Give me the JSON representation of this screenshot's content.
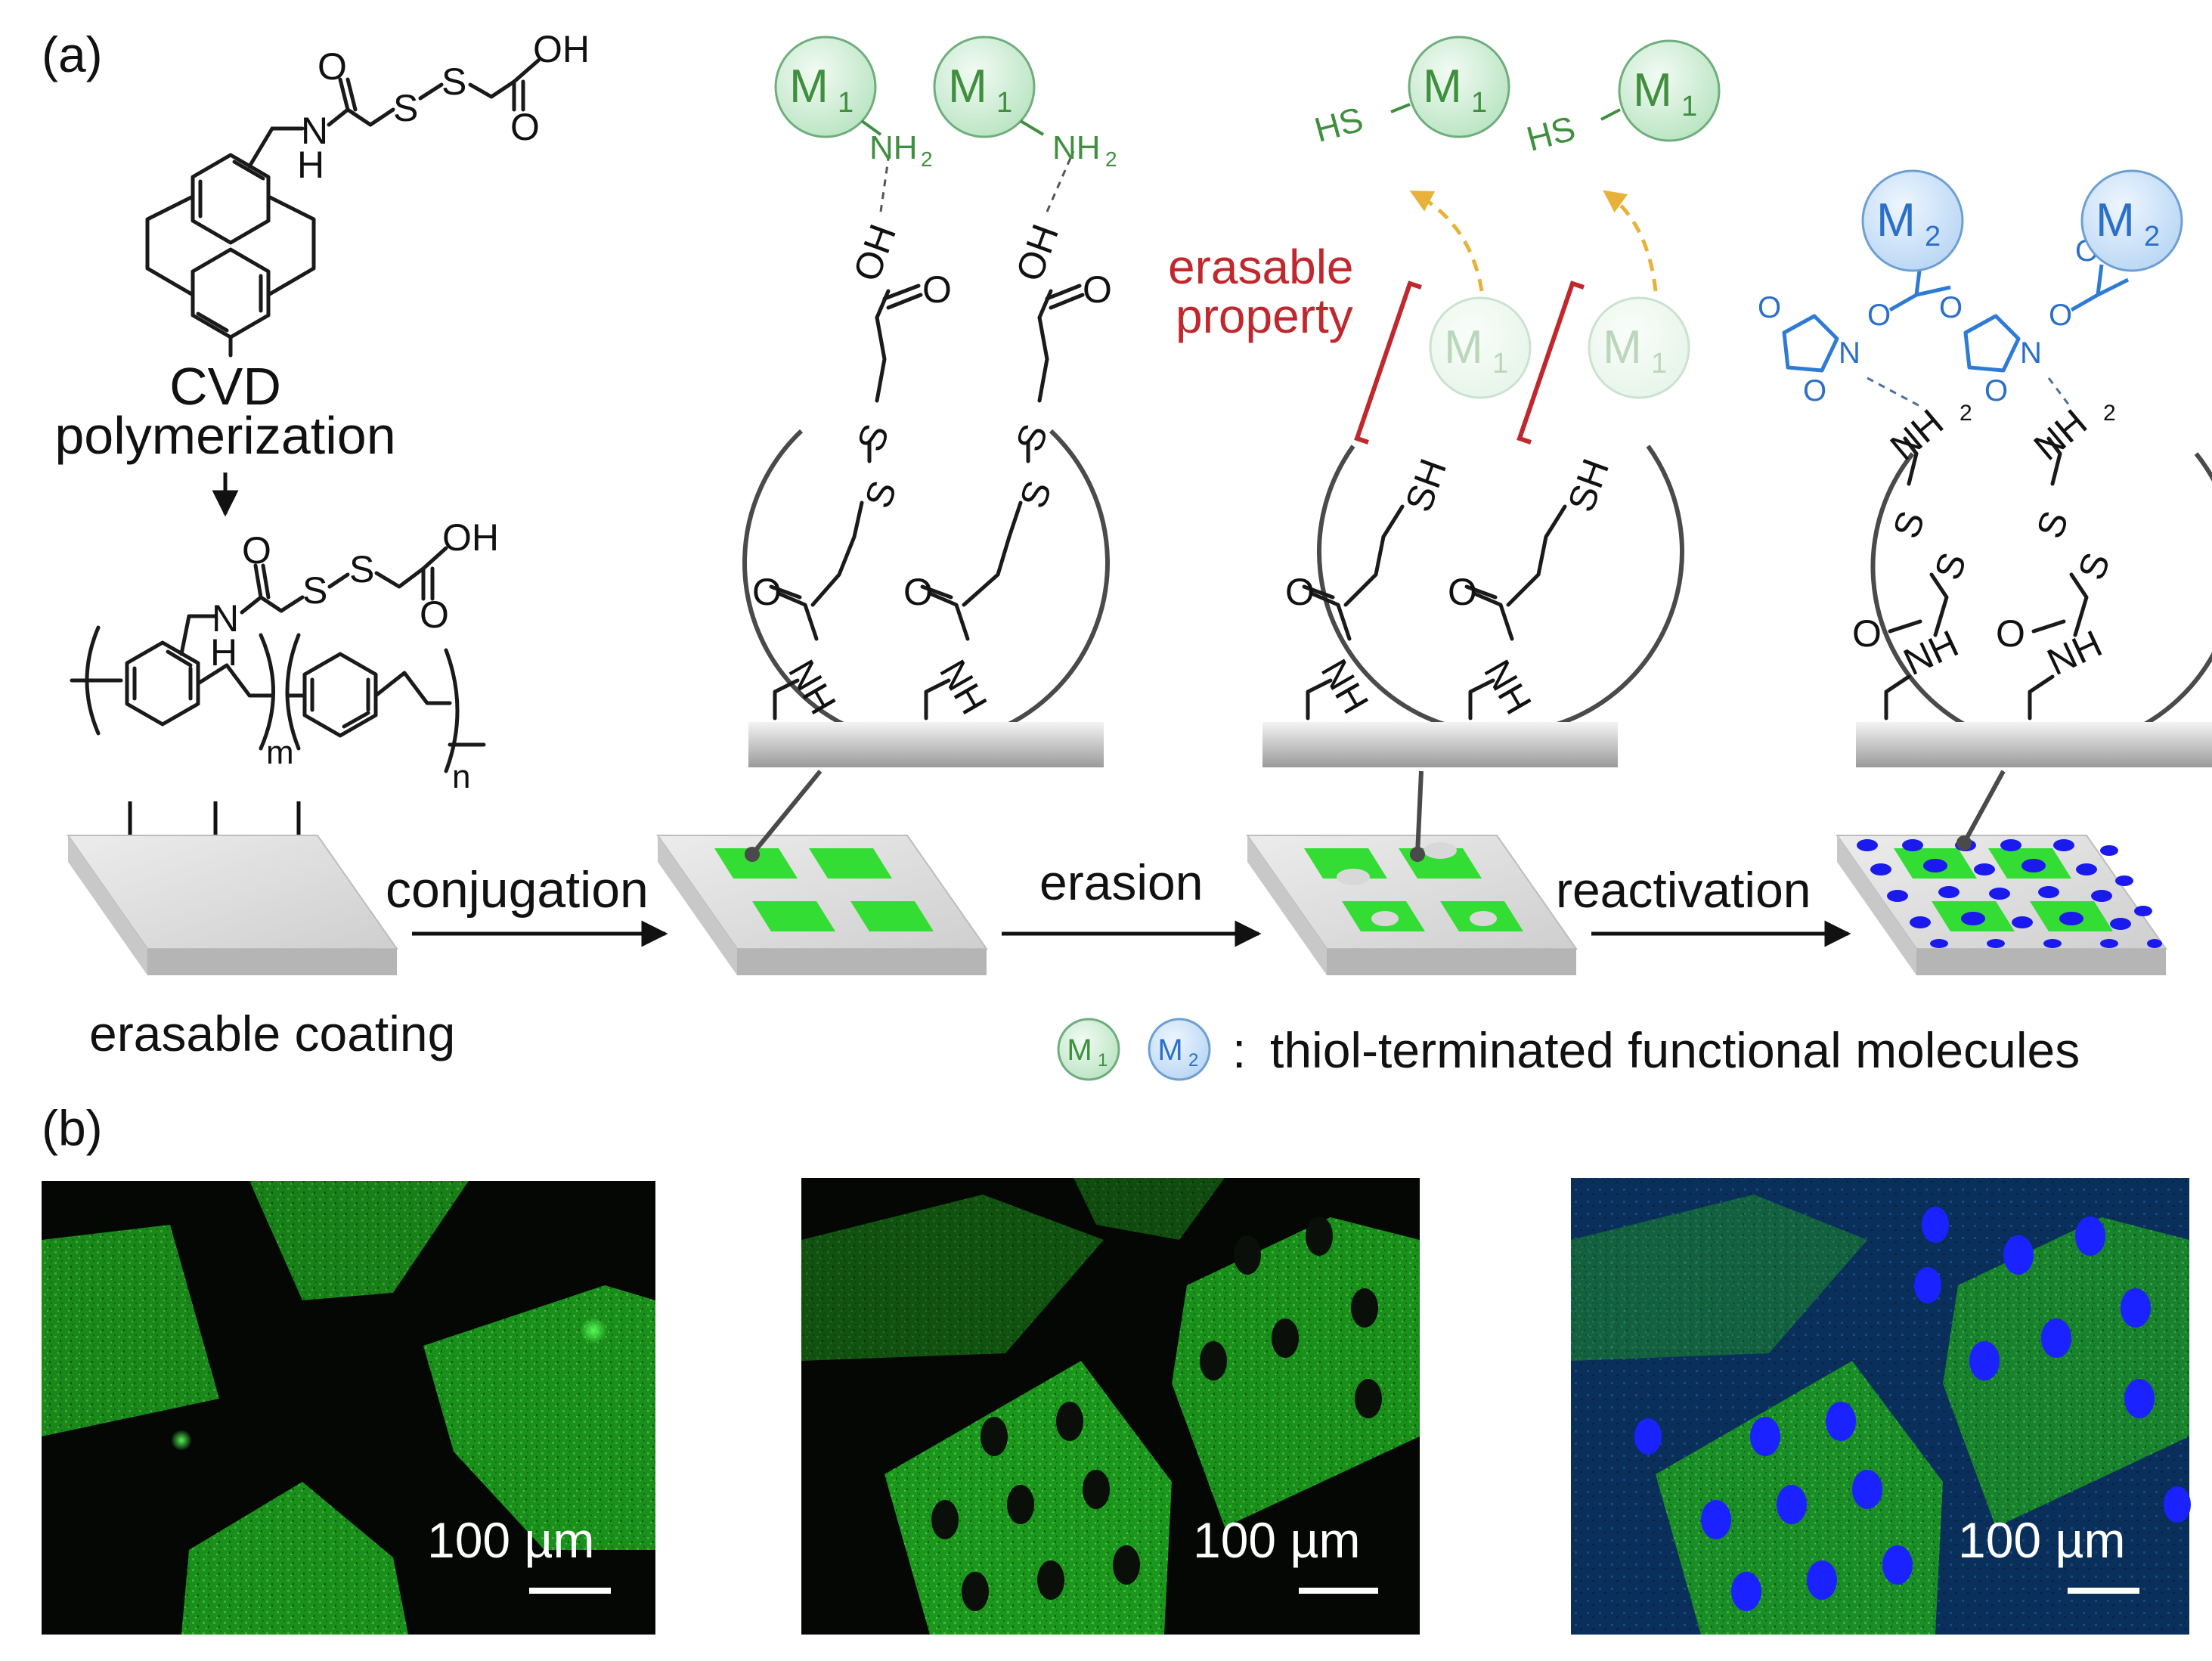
{
  "panels": {
    "a": "(a)",
    "b": "(b)"
  },
  "labels": {
    "cvd_line1": "CVD",
    "cvd_line2": "polymerization",
    "erasable_coating": "erasable coating",
    "conjugation": "conjugation",
    "erasion": "erasion",
    "reactivation": "reactivation",
    "erasable_line1": "erasable",
    "erasable_line2": "property",
    "legend_sep": ":",
    "legend_text": "thiol-terminated functional molecules"
  },
  "molecules": {
    "m1": "M",
    "m1_sub": "1",
    "m2": "M",
    "m2_sub": "2",
    "nh2": "NH",
    "nh2_sub": "2",
    "hs": "HS",
    "oh": "OH",
    "o": "O",
    "s": "S",
    "n": "N",
    "h": "H",
    "sh": "SH",
    "nh": "NH",
    "poly_m": "m",
    "poly_n": "n"
  },
  "micrographs": [
    {
      "scale_label": "100 µm"
    },
    {
      "scale_label": "100 µm"
    },
    {
      "scale_label": "100 µm"
    }
  ],
  "colors": {
    "m1_fill": "#cfeed6",
    "m2_fill": "#cfe3f8",
    "pattern_green": "#33dd33",
    "pattern_blue": "#1a1aee",
    "erasable_red": "#c0282d",
    "arrow_yellow": "#e8b23a"
  }
}
